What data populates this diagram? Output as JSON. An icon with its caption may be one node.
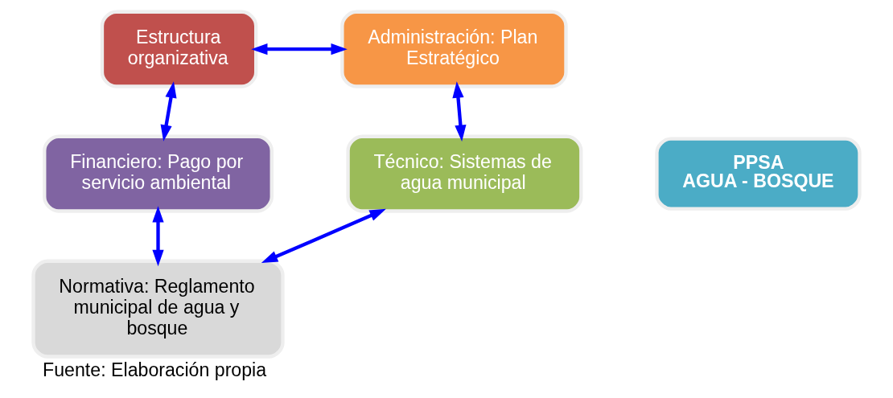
{
  "diagram": {
    "caption": "Fuente: Elaboración propia",
    "nodes": [
      {
        "text": [
          "Estructura organizativa"
        ]
      },
      {
        "text": [
          "Administración: Plan Estratégico"
        ]
      },
      {
        "text": [
          "PPSA",
          "AGUA - BOSQUE"
        ]
      },
      {
        "text": [
          "Financiero: Pago por servicio ambiental"
        ]
      },
      {
        "text": [
          "Técnico: Sistemas de agua municipal"
        ]
      },
      {
        "text": [
          "Normativa: Reglamento municipal de agua y bosque"
        ]
      }
    ],
    "edges": [
      {
        "from": 0,
        "to": 1,
        "arrow": "both"
      },
      {
        "from": 1,
        "to": 4,
        "arrow": "both"
      },
      {
        "from": 0,
        "to": 3,
        "arrow": "both"
      },
      {
        "from": 3,
        "to": 5,
        "arrow": "both"
      },
      {
        "from": 5,
        "to": 4,
        "arrow": "both"
      }
    ]
  }
}
